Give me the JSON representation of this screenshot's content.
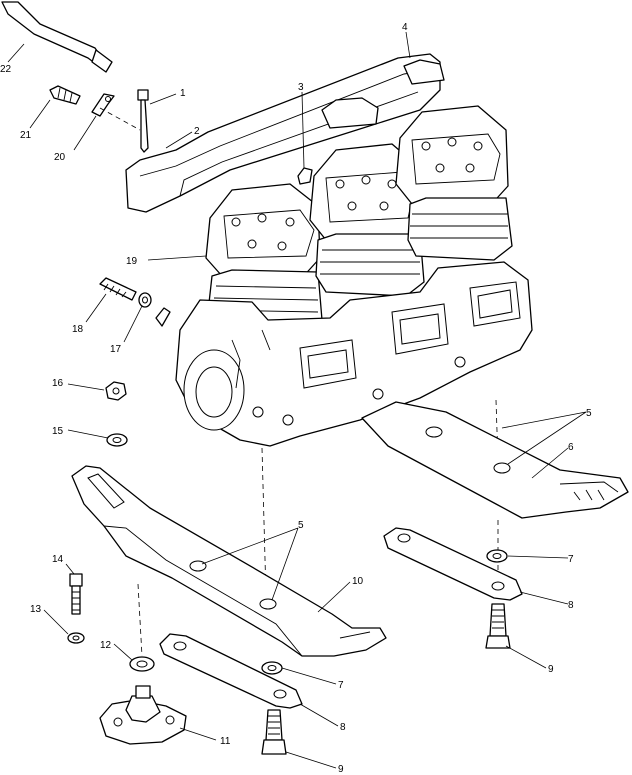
{
  "callouts": {
    "c1": "1",
    "c2": "2",
    "c3": "3",
    "c4": "4",
    "c5a": "5",
    "c5b": "5",
    "c6": "6",
    "c7a": "7",
    "c7b": "7",
    "c8a": "8",
    "c8b": "8",
    "c9a": "9",
    "c9b": "9",
    "c10": "10",
    "c11": "11",
    "c12": "12",
    "c13": "13",
    "c14": "14",
    "c15": "15",
    "c16": "16",
    "c17": "17",
    "c18": "18",
    "c19": "19",
    "c20": "20",
    "c21": "21",
    "c22": "22"
  }
}
